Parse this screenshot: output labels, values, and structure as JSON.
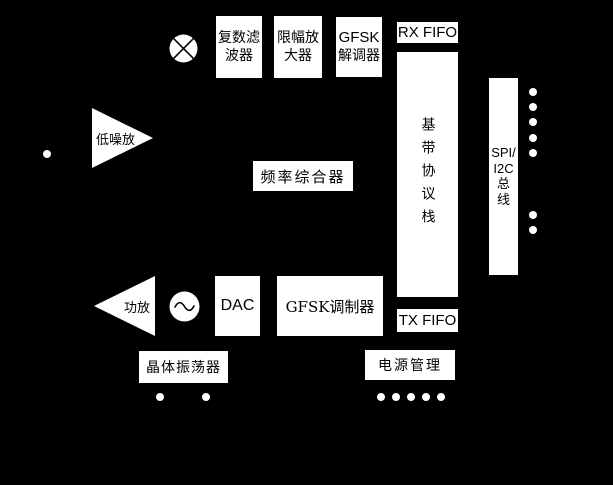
{
  "colors": {
    "background": "#000000",
    "block_fill": "#ffffff",
    "block_text": "#000000",
    "dot": "#ffffff"
  },
  "blocks": {
    "complex_filter": {
      "lines": [
        "复数滤",
        "波器"
      ]
    },
    "limiting_amplifier": {
      "lines": [
        "限幅放",
        "大器"
      ]
    },
    "gfsk_demodulator": {
      "lines": [
        "GFSK",
        "解调器"
      ]
    },
    "rx_fifo": {
      "label": "RX FIFO"
    },
    "baseband_stack": {
      "label": "基带协议栈"
    },
    "spi_i2c_bus": {
      "lines": [
        "SPI/",
        "I2C",
        "总",
        "线"
      ]
    },
    "lna": {
      "label": "低噪放"
    },
    "frequency_synthesizer": {
      "label": "频率综合器"
    },
    "power_amplifier": {
      "label": "功放"
    },
    "dac": {
      "label": "DAC"
    },
    "gfsk_modulator": {
      "label": "GFSK调制器"
    },
    "tx_fifo": {
      "label": "TX FIFO"
    },
    "crystal_oscillator": {
      "label": "晶体振荡器"
    },
    "power_management": {
      "label": "电源管理"
    }
  },
  "icons": {
    "mixer": "mixer-cross-icon",
    "oscillator": "sine-wave-icon"
  }
}
